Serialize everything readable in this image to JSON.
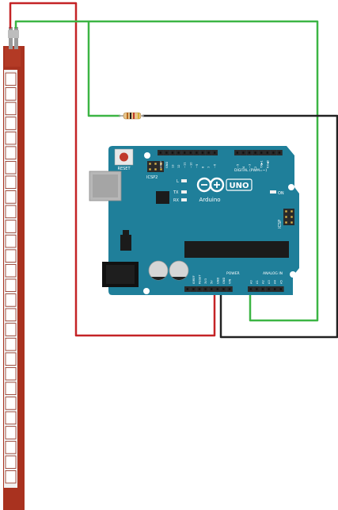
{
  "colors": {
    "sensor_body": "#a9321f",
    "sensor_strip": "#f2f2f2",
    "wire_red": "#c42326",
    "wire_green": "#3cb544",
    "wire_black": "#222222",
    "board": "#1f7f9a",
    "board_text": "#ffffff",
    "header": "#2a2a2a",
    "chip": "#1b1b1b"
  },
  "flex_sensor": {
    "segment_count": 28
  },
  "resistor": {
    "bands": [
      "#b5651d",
      "#222222",
      "#c0392b",
      "#d4af37"
    ]
  },
  "arduino": {
    "logo_text": "Arduino",
    "model": "UNO",
    "reset_label": "RESET",
    "icsp2_label": "ICSP2",
    "icsp_label": "ICSP",
    "digital_label": "DIGITAL (PWM=~)",
    "analog_label": "ANALOG IN",
    "power_label": "POWER",
    "on_label": "ON",
    "l_label": "L",
    "tx_label": "TX",
    "rx_label": "RX",
    "digital_pins": [
      "AREF",
      "GND",
      "13",
      "12",
      "~11",
      "~10",
      "~9",
      "8",
      "7",
      "~6",
      "~5",
      "4",
      "~3",
      "2",
      "TX▶1",
      "RX◀0"
    ],
    "power_pins": [
      "IOREF",
      "RESET",
      "3V3",
      "5V",
      "GND",
      "GND",
      "VIN"
    ],
    "analog_pins": [
      "A0",
      "A1",
      "A2",
      "A3",
      "A4",
      "A5"
    ]
  }
}
